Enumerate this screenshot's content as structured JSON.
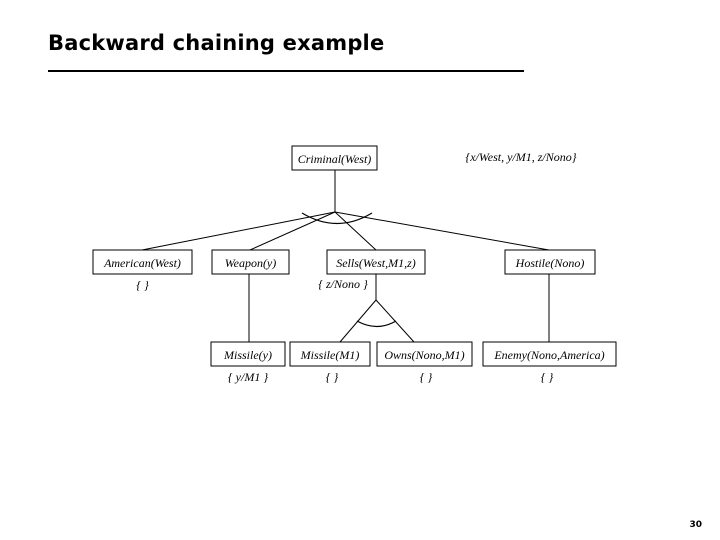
{
  "slide": {
    "title": "Backward chaining example",
    "page_number": "30"
  },
  "diagram": {
    "type": "and-or-proof-tree",
    "root_substitution": "{x/West, y/M1, z/Nono}",
    "nodes": [
      {
        "id": "criminal",
        "label": "Criminal(West)",
        "substitution": "",
        "row": 0
      },
      {
        "id": "american",
        "label": "American(West)",
        "substitution": "{ }",
        "row": 1
      },
      {
        "id": "weapon",
        "label": "Weapon(y)",
        "substitution": "",
        "row": 1
      },
      {
        "id": "sells",
        "label": "Sells(West,M1,z)",
        "substitution": "{ z/Nono }",
        "row": 1
      },
      {
        "id": "hostile",
        "label": "Hostile(Nono)",
        "substitution": "",
        "row": 1
      },
      {
        "id": "missiley",
        "label": "Missile(y)",
        "substitution": "{ y/M1 }",
        "row": 2
      },
      {
        "id": "missilem1",
        "label": "Missile(M1)",
        "substitution": "{ }",
        "row": 2
      },
      {
        "id": "owns",
        "label": "Owns(Nono,M1)",
        "substitution": "{ }",
        "row": 2
      },
      {
        "id": "enemy",
        "label": "Enemy(Nono,America)",
        "substitution": "{ }",
        "row": 2
      }
    ],
    "edges": [
      {
        "from": "criminal",
        "to": "american",
        "conjunctive": true
      },
      {
        "from": "criminal",
        "to": "weapon",
        "conjunctive": true
      },
      {
        "from": "criminal",
        "to": "sells",
        "conjunctive": true
      },
      {
        "from": "criminal",
        "to": "hostile",
        "conjunctive": true
      },
      {
        "from": "weapon",
        "to": "missiley",
        "conjunctive": false
      },
      {
        "from": "sells",
        "to": "missilem1",
        "conjunctive": true
      },
      {
        "from": "sells",
        "to": "owns",
        "conjunctive": true
      },
      {
        "from": "hostile",
        "to": "enemy",
        "conjunctive": false
      }
    ],
    "colors": {
      "line": "#000000",
      "box_fill": "#ffffff",
      "text": "#000000",
      "background": "#ffffff"
    }
  }
}
